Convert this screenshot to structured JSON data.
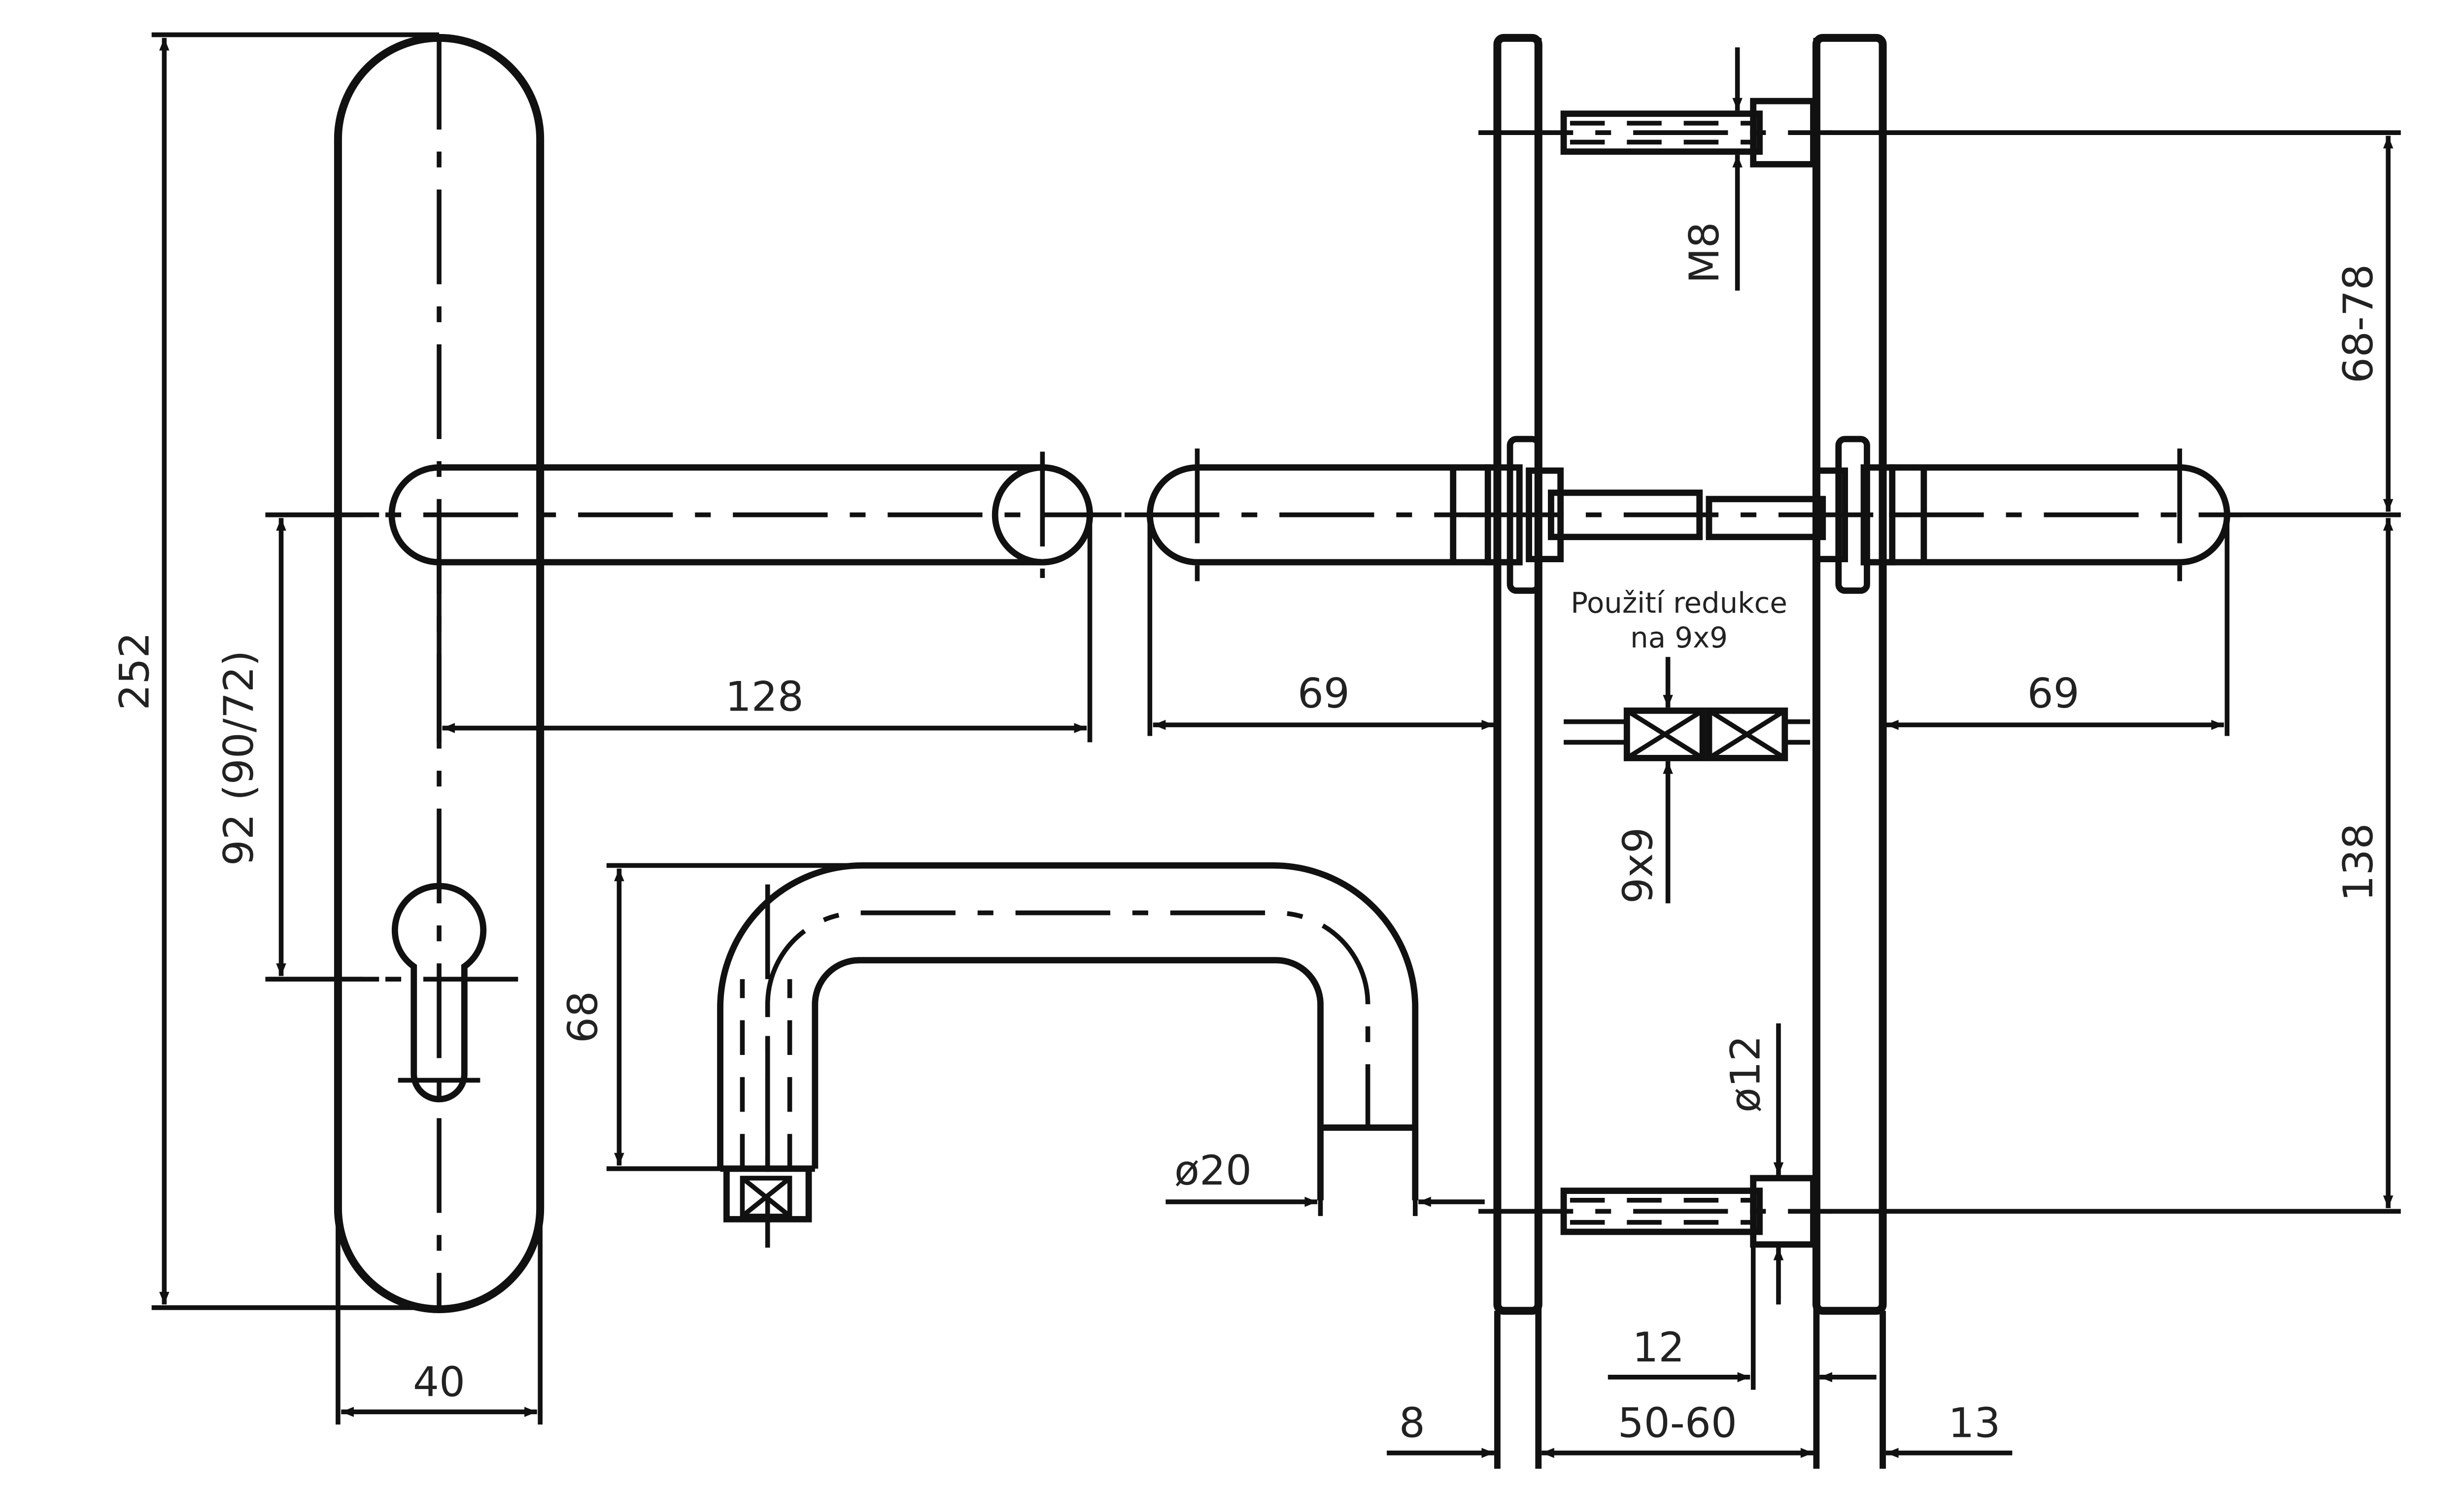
{
  "dimensions": {
    "plate_height": "252",
    "hole_spacing": "92 (90/72)",
    "plate_width": "40",
    "lever_length": "128",
    "lever_projection_left": "69",
    "lever_projection_right": "69",
    "u_handle_height": "68",
    "handle_diameter": "ø20",
    "screw_thread": "M8",
    "top_screw_range": "68-78",
    "bottom_screw_offset": "138",
    "spindle_size": "9x9",
    "pin_diameter": "ø12",
    "pin_length": "12",
    "plate_thickness_left": "8",
    "door_thickness": "50-60",
    "plate_thickness_right": "13"
  },
  "notes": {
    "reduction_line1": "Použití redukce",
    "reduction_line2": "na 9x9"
  }
}
